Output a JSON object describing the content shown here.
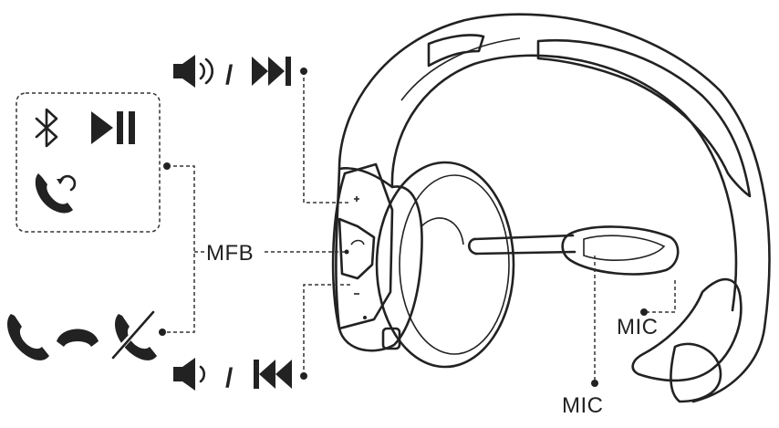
{
  "labels": {
    "mfb": "MFB",
    "mic_headband": "MIC",
    "mic_boom": "MIC",
    "separator_top": "/",
    "separator_bottom": "/"
  },
  "icons": {
    "volume_up": "volume-up-icon",
    "next_track": "next-track-icon",
    "volume_down": "volume-down-icon",
    "previous_track": "previous-track-icon",
    "bluetooth": "bluetooth-icon",
    "play_pause": "play-pause-icon",
    "redial": "redial-icon",
    "answer_call": "answer-call-icon",
    "end_call": "end-call-icon",
    "reject_call": "reject-call-icon"
  },
  "colors": {
    "line": "#222222",
    "background": "#ffffff"
  }
}
